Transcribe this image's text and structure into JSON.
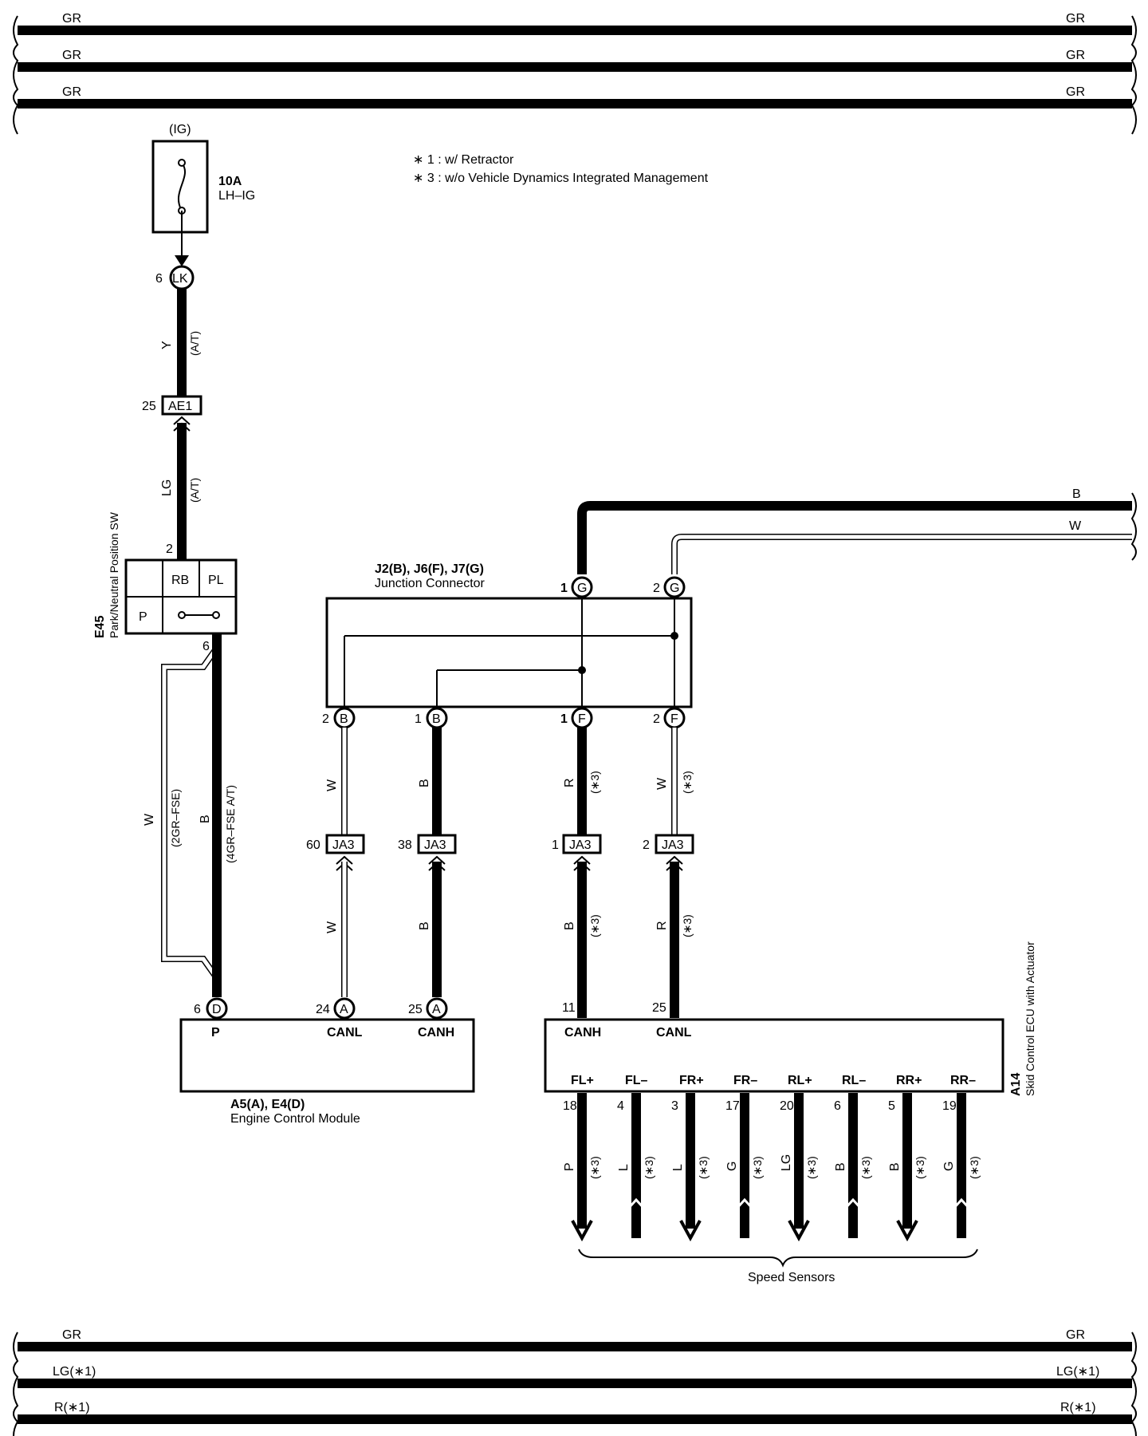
{
  "notes": [
    "∗ 1 : w/ Retractor",
    "∗ 3 : w/o Vehicle Dynamics Integrated Management"
  ],
  "bus_top": [
    {
      "left": "GR",
      "right": "GR"
    },
    {
      "left": "GR",
      "right": "GR"
    },
    {
      "left": "GR",
      "right": "GR"
    }
  ],
  "bus_bottom": [
    {
      "left": "GR",
      "right": "GR"
    },
    {
      "left": "LG(∗1)",
      "right": "LG(∗1)"
    },
    {
      "left": "R(∗1)",
      "right": "R(∗1)"
    }
  ],
  "fuse": {
    "source": "(IG)",
    "rating": "10A",
    "name": "LH–IG"
  },
  "pins": {
    "lk": {
      "num": "6",
      "code": "LK"
    },
    "ae1": {
      "num": "25",
      "code": "AE1"
    },
    "e45_pin2": "2",
    "e45_pin6": "6",
    "j1": {
      "num": "1",
      "code": "G"
    },
    "j2": {
      "num": "2",
      "code": "G"
    },
    "jb2": {
      "num": "2",
      "code": "B"
    },
    "jb1": {
      "num": "1",
      "code": "B"
    },
    "jf1": {
      "num": "1",
      "code": "F"
    },
    "jf2": {
      "num": "2",
      "code": "F"
    },
    "ja3_60": {
      "num": "60",
      "code": "JA3"
    },
    "ja3_38": {
      "num": "38",
      "code": "JA3"
    },
    "ja3_1": {
      "num": "1",
      "code": "JA3"
    },
    "ja3_2": {
      "num": "2",
      "code": "JA3"
    },
    "ecm_d6": {
      "num": "6",
      "code": "D"
    },
    "ecm_a24": {
      "num": "24",
      "code": "A"
    },
    "ecm_a25": {
      "num": "25",
      "code": "A"
    },
    "skid11": "11",
    "skid25": "25"
  },
  "wires": {
    "y": "Y",
    "y_note": "(A/T)",
    "lg": "LG",
    "lg_note": "(A/T)",
    "w_2gr": "W",
    "w_2gr_note": "(2GR–FSE)",
    "b_4gr": "B",
    "b_4gr_note": "(4GR–FSE A/T)",
    "b_top": "B",
    "w_top": "W",
    "w_canl_up": "W",
    "b_canh_up": "B",
    "r_up": "R",
    "r_up_note": "(∗3)",
    "w_up": "W",
    "w_up_note": "(∗3)",
    "w_canl_dn": "W",
    "b_canh_dn": "B",
    "b_dn": "B",
    "b_dn_note": "(∗3)",
    "r_dn": "R",
    "r_dn_note": "(∗3)"
  },
  "e45": {
    "id": "E45",
    "name": "Park/Neutral Position SW",
    "cells": [
      "RB",
      "PL",
      "P"
    ]
  },
  "junction": {
    "id": "J2(B), J6(F), J7(G)",
    "name": "Junction Connector"
  },
  "ecm": {
    "id": "A5(A), E4(D)",
    "name": "Engine Control Module",
    "terminals": [
      "P",
      "CANL",
      "CANH"
    ]
  },
  "skid": {
    "id": "A14",
    "name": "Skid Control ECU with Actuator",
    "terminals": [
      "CANH",
      "CANL"
    ]
  },
  "speed_sensors": {
    "label": "Speed Sensors",
    "items": [
      {
        "name": "FL+",
        "pin": "18",
        "color": "P",
        "note": "(∗3)",
        "dir": "down"
      },
      {
        "name": "FL–",
        "pin": "4",
        "color": "L",
        "note": "(∗3)",
        "dir": "up"
      },
      {
        "name": "FR+",
        "pin": "3",
        "color": "L",
        "note": "(∗3)",
        "dir": "down"
      },
      {
        "name": "FR–",
        "pin": "17",
        "color": "G",
        "note": "(∗3)",
        "dir": "up"
      },
      {
        "name": "RL+",
        "pin": "20",
        "color": "LG",
        "note": "(∗3)",
        "dir": "down"
      },
      {
        "name": "RL–",
        "pin": "6",
        "color": "B",
        "note": "(∗3)",
        "dir": "up"
      },
      {
        "name": "RR+",
        "pin": "5",
        "color": "B",
        "note": "(∗3)",
        "dir": "down"
      },
      {
        "name": "RR–",
        "pin": "19",
        "color": "G",
        "note": "(∗3)",
        "dir": "up"
      }
    ]
  }
}
